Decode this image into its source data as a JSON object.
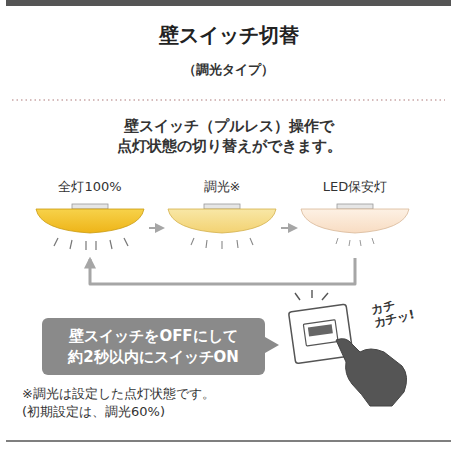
{
  "diagram": {
    "title": "壁スイッチ切替",
    "nodes": [
      {
        "text": [
          "全灯100%"
        ]
      },
      {
        "text": [
          "調光※"
        ]
      },
      {
        "text": [
          "LED保安灯"
        ]
      },
      {
        "text": [
          "壁スイッチをOFFにして 約2秒以内にスイッチON"
        ]
      }
    ],
    "edges": [
      {
        "from": 0,
        "to": 1,
        "arrow": "to"
      },
      {
        "from": 1,
        "to": 2,
        "arrow": "to"
      },
      {
        "from": 2,
        "to": 0,
        "arrow": "to"
      }
    ],
    "labels": [
      "（調光タイプ）",
      "壁スイッチ（プルレス）操作で 点灯状態の切り替えができます。",
      "カチ カチッ!",
      "※調光は設定した点灯状態です。 (初期設定は、調光60%)"
    ]
  }
}
